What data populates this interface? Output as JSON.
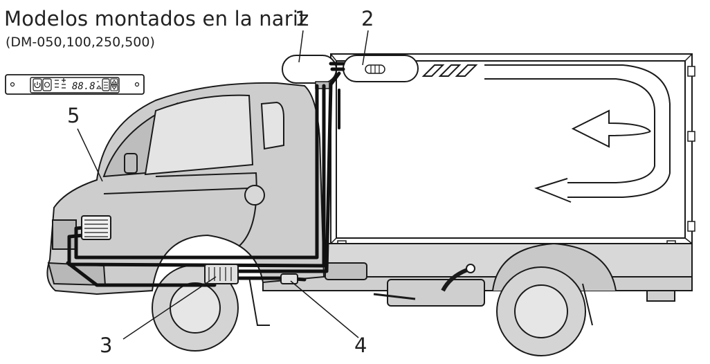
{
  "title": "Modelos montados en la nariz",
  "subtitle": "(DM-050,100,250,500)",
  "callouts": {
    "c1": "1",
    "c2": "2",
    "c3": "3",
    "c4": "4",
    "c5": "5"
  },
  "control_panel": {
    "display_value": "88.8"
  },
  "colors": {
    "truck_fill": "#cfcfcf",
    "truck_dark": "#a9a9a9",
    "outline": "#1a1a1a",
    "piping": "#111111",
    "box_fill": "#ffffff"
  }
}
